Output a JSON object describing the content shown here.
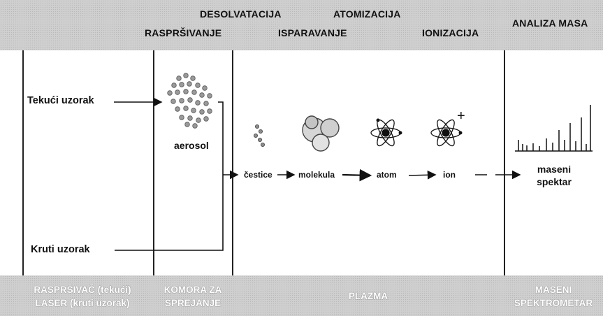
{
  "header": {
    "desolvatacija": "DESOLVATACIJA",
    "atomizacija": "ATOMIZACIJA",
    "analiza_masa": "ANALIZA MASA",
    "rasprsivanje": "RASPRŠIVANJE",
    "isparavanje": "ISPARAVANJE",
    "ionizacija": "IONIZACIJA"
  },
  "inputs": {
    "liquid": "Tekući uzorak",
    "solid": "Kruti uzorak"
  },
  "stages": {
    "aerosol": "aerosol",
    "cestice": "čestice",
    "molekula": "molekula",
    "atom": "atom",
    "ion": "ion",
    "maseni_spektar_line1": "maseni",
    "maseni_spektar_line2": "spektar",
    "ion_charge": "+"
  },
  "footer": {
    "rasprsivac_line1": "RASPRŠIVAČ (tekući)",
    "rasprsivac_line2": "LASER (kruti uzorak)",
    "komora_line1": "KOMORA ZA",
    "komora_line2": "SPREJANJE",
    "plazma": "PLAZMA",
    "ms_line1": "MASENI",
    "ms_line2": "SPEKTROMETAR"
  }
}
